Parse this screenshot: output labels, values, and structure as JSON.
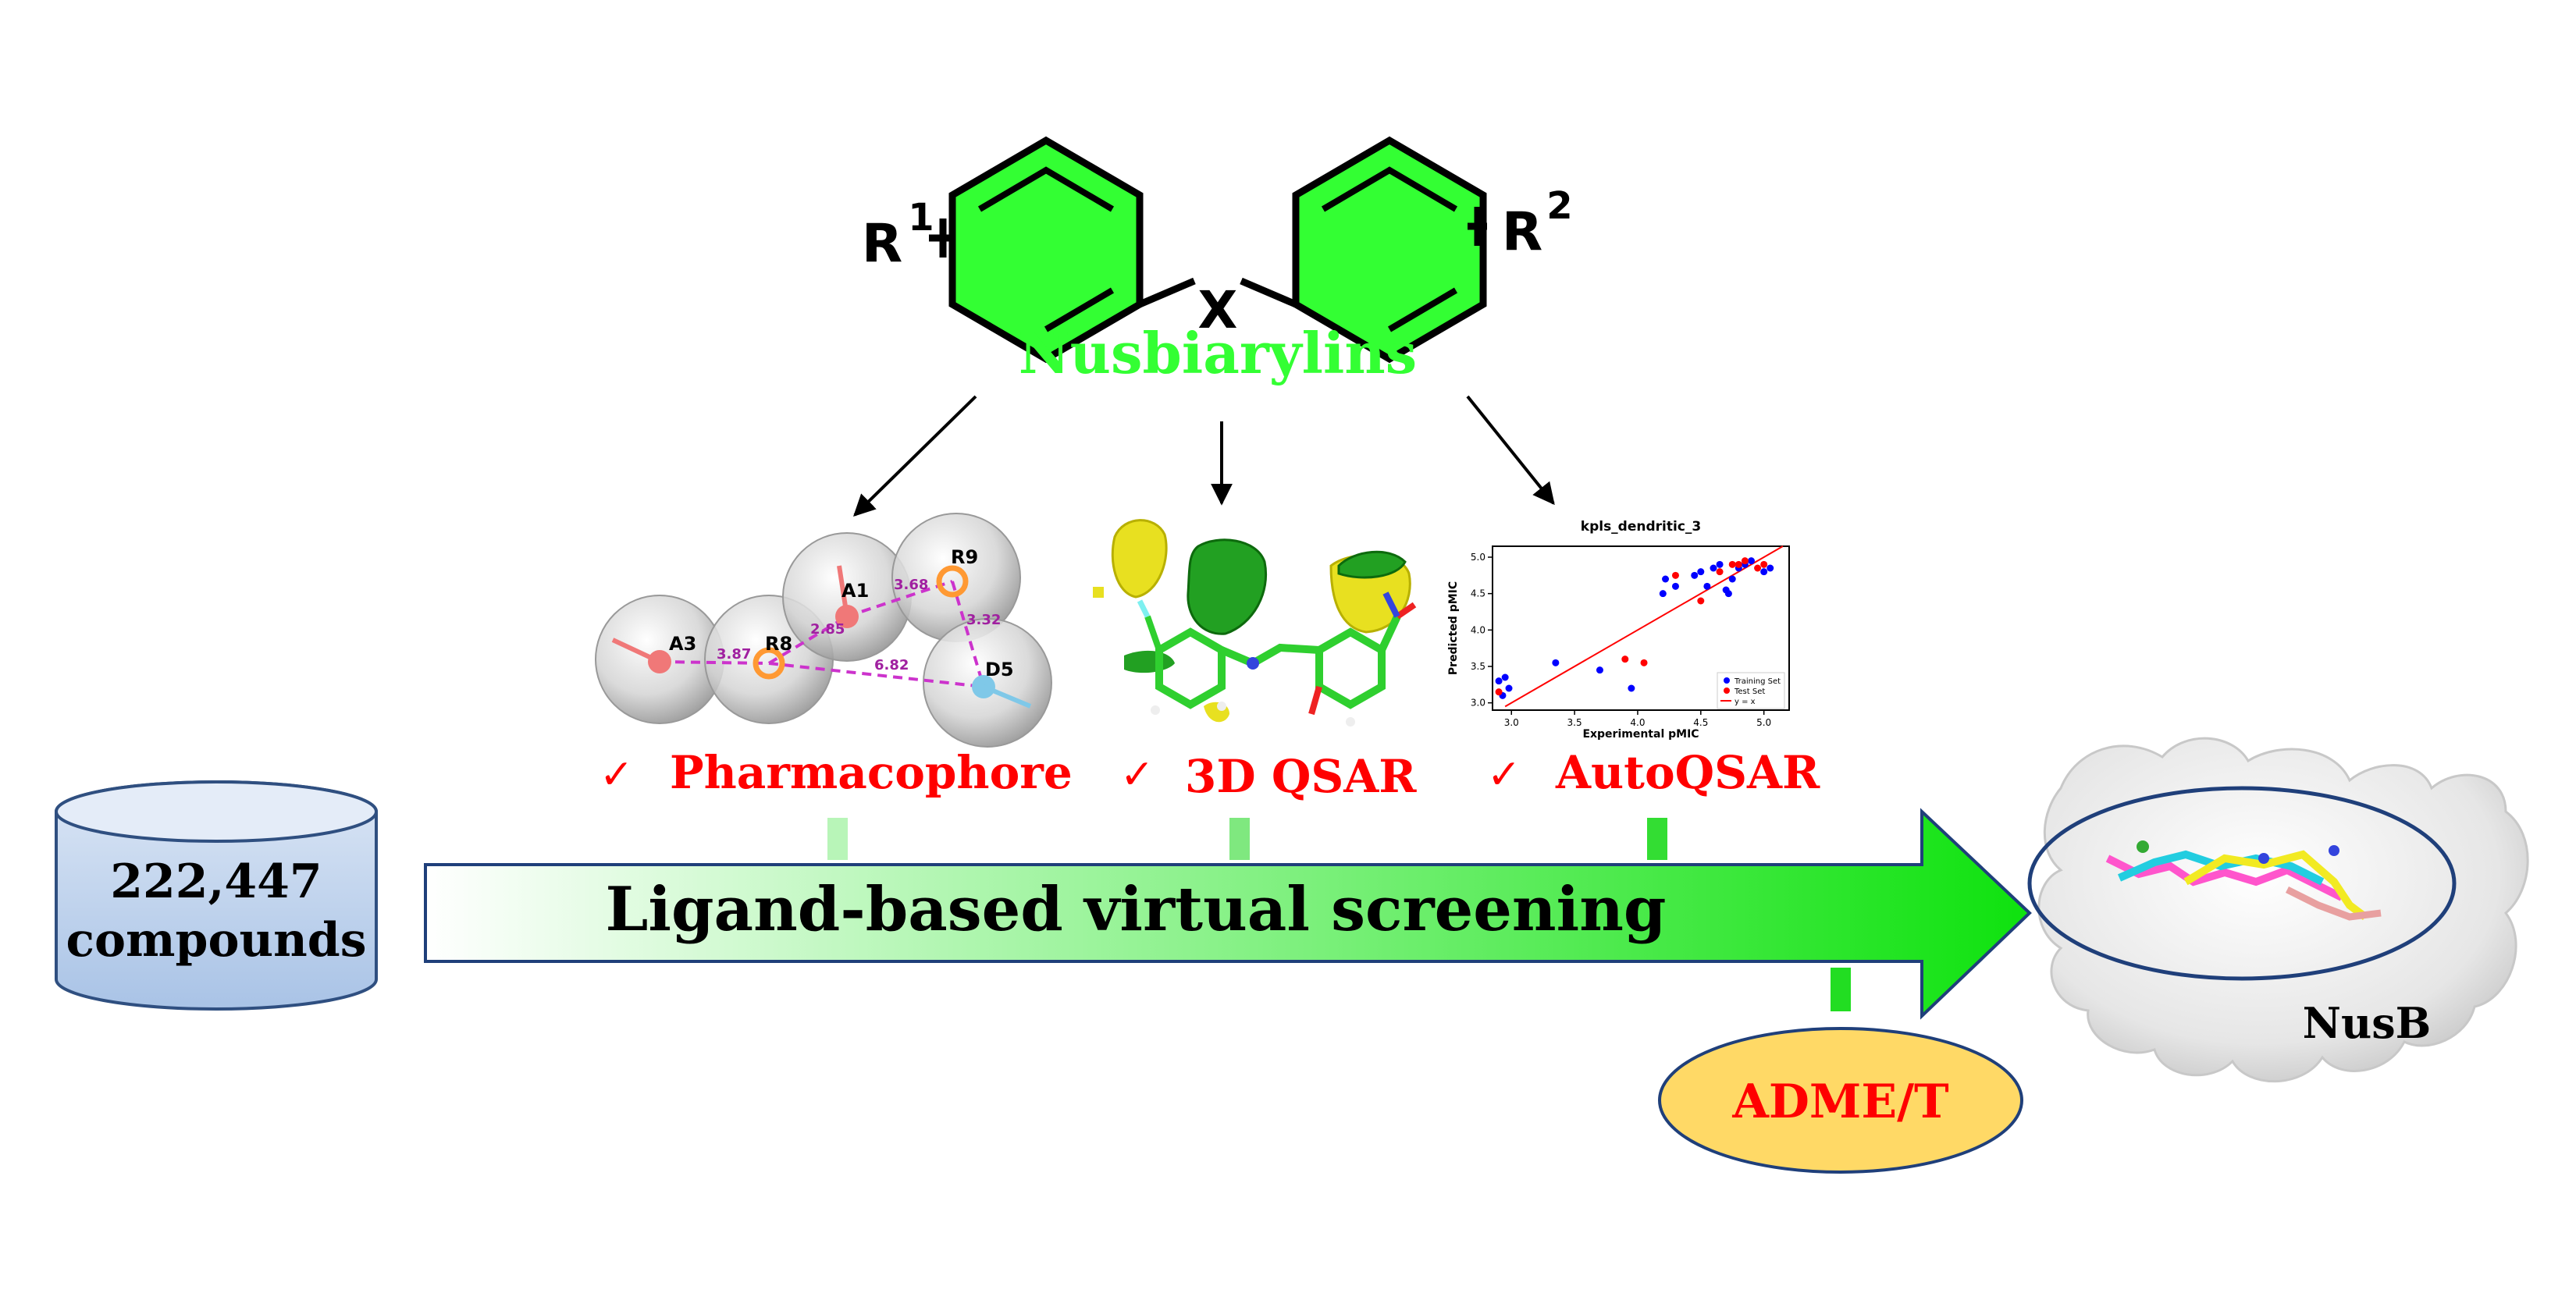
{
  "scaffold": {
    "r1_label": "R",
    "r1_sup": "1",
    "r2_label": "R",
    "r2_sup": "2",
    "linker_label": "X",
    "class_name": "Nusbiarylins"
  },
  "methods": [
    {
      "check": "✓",
      "label": "Pharmacophore"
    },
    {
      "check": "✓",
      "label": "3D QSAR"
    },
    {
      "check": "✓",
      "label": "AutoQSAR"
    }
  ],
  "pharmacophore": {
    "features": [
      "A3",
      "R8",
      "A1",
      "R9",
      "D5"
    ],
    "distances": [
      "3.87",
      "2.85",
      "3.68",
      "3.32",
      "6.82"
    ]
  },
  "database": {
    "line1": "222,447",
    "line2": "compounds"
  },
  "arrow_label": "Ligand-based virtual screening",
  "adme_label": "ADME/T",
  "target_label": "NusB",
  "colors": {
    "scaffold_green": "#33ff33",
    "method_red": "#ff0000",
    "adme_fill": "#ffd966",
    "db_fill_top": "#dbe6f5",
    "db_fill_bottom": "#a9c3e6",
    "db_stroke": "#2f4f80"
  },
  "chart_data": {
    "type": "scatter",
    "title": "kpls_dendritic_3",
    "xlabel": "Experimental pMIC",
    "ylabel": "Predicted pMIC",
    "xlim": [
      2.85,
      5.2
    ],
    "ylim": [
      2.9,
      5.15
    ],
    "xticks": [
      "3.0",
      "3.5",
      "4.0",
      "4.5",
      "5.0"
    ],
    "yticks": [
      "3.0",
      "3.5",
      "4.0",
      "4.5",
      "5.0"
    ],
    "grid": false,
    "legend_position": "bottom-right",
    "series": [
      {
        "name": "Training Set",
        "color": "#0000ff",
        "points": [
          [
            2.9,
            3.3
          ],
          [
            2.95,
            3.35
          ],
          [
            2.98,
            3.2
          ],
          [
            2.93,
            3.1
          ],
          [
            3.35,
            3.55
          ],
          [
            3.7,
            3.45
          ],
          [
            3.95,
            3.2
          ],
          [
            4.2,
            4.5
          ],
          [
            4.22,
            4.7
          ],
          [
            4.3,
            4.6
          ],
          [
            4.45,
            4.75
          ],
          [
            4.5,
            4.8
          ],
          [
            4.55,
            4.6
          ],
          [
            4.6,
            4.85
          ],
          [
            4.65,
            4.9
          ],
          [
            4.7,
            4.55
          ],
          [
            4.75,
            4.7
          ],
          [
            4.8,
            4.85
          ],
          [
            4.85,
            4.9
          ],
          [
            5.0,
            4.8
          ],
          [
            5.05,
            4.85
          ],
          [
            4.72,
            4.5
          ],
          [
            4.9,
            4.95
          ]
        ]
      },
      {
        "name": "Test Set",
        "color": "#ff0000",
        "points": [
          [
            2.9,
            3.15
          ],
          [
            3.9,
            3.6
          ],
          [
            4.05,
            3.55
          ],
          [
            4.3,
            4.75
          ],
          [
            4.5,
            4.4
          ],
          [
            4.65,
            4.8
          ],
          [
            4.75,
            4.9
          ],
          [
            4.85,
            4.95
          ],
          [
            5.0,
            4.9
          ],
          [
            4.95,
            4.85
          ],
          [
            4.8,
            4.9
          ]
        ]
      },
      {
        "name": "y = x",
        "color": "#ff0000",
        "type": "line",
        "points": [
          [
            2.95,
            2.95
          ],
          [
            5.15,
            5.15
          ]
        ]
      }
    ]
  }
}
